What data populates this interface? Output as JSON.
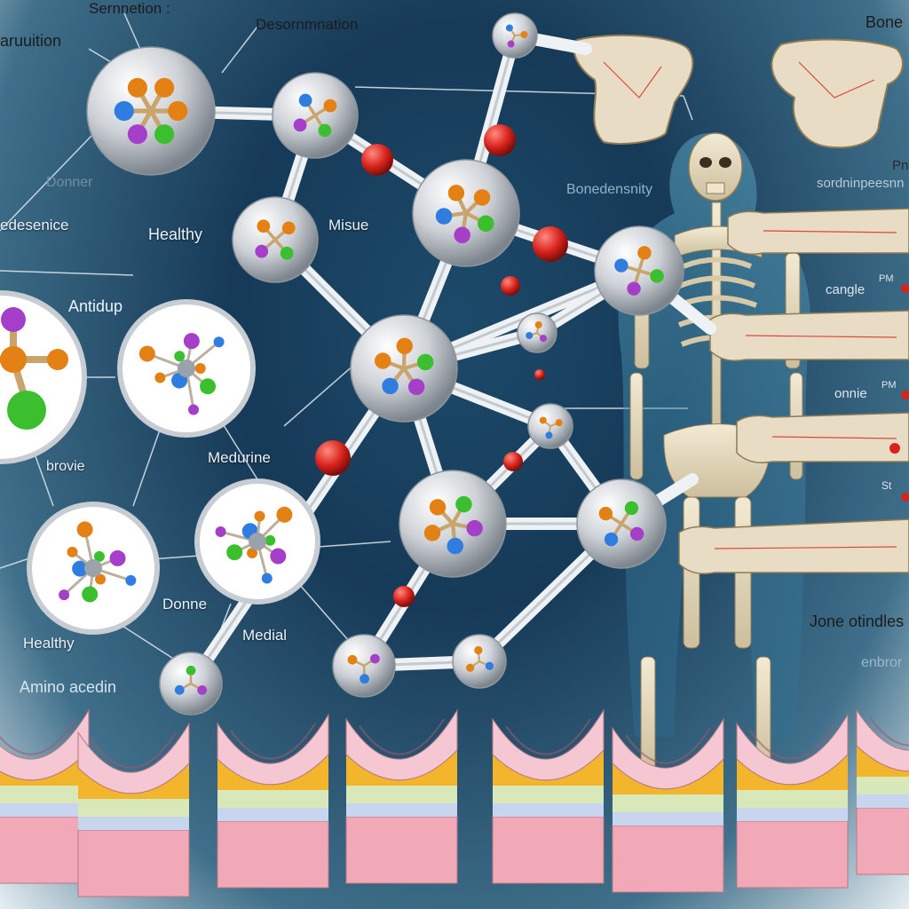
{
  "labels": {
    "top_left_1": "Sernnetion :",
    "top_left_2": "aruuition",
    "top_center": "Desornmnation",
    "top_right": "Bone",
    "donner": "Donner",
    "desenice": "edesenice",
    "healthy_top": "Healthy",
    "misue": "Misue",
    "bone_density": "Bonedensnity",
    "sordn": "sordninpeesnn",
    "pn_top": "Pn",
    "antidup": "Antidup",
    "cangle": "cangle",
    "pm1": "PM",
    "onnie": "onnie",
    "pm2": "PM",
    "brovie": "brovie",
    "medurine": "Medurine",
    "st": "St",
    "donne": "Donne",
    "medial": "Medial",
    "healthy_bottom": "Healthy",
    "jone": "Jone otindles",
    "enbro": "enbror",
    "amino": "Amino acedin"
  },
  "colors": {
    "background_top": "#1d4a6a",
    "background_bottom": "#e6eef2",
    "sphere": "#cfd3d8",
    "bond_red": "#d8231c",
    "atom_orange": "#e38114",
    "atom_green": "#3bbf2e",
    "atom_purple": "#a53fc9",
    "atom_blue": "#2f7de0",
    "bone": "#e9dcc0",
    "tissue_pink": "#f1a9b8",
    "tissue_yellow": "#f3b52c"
  }
}
